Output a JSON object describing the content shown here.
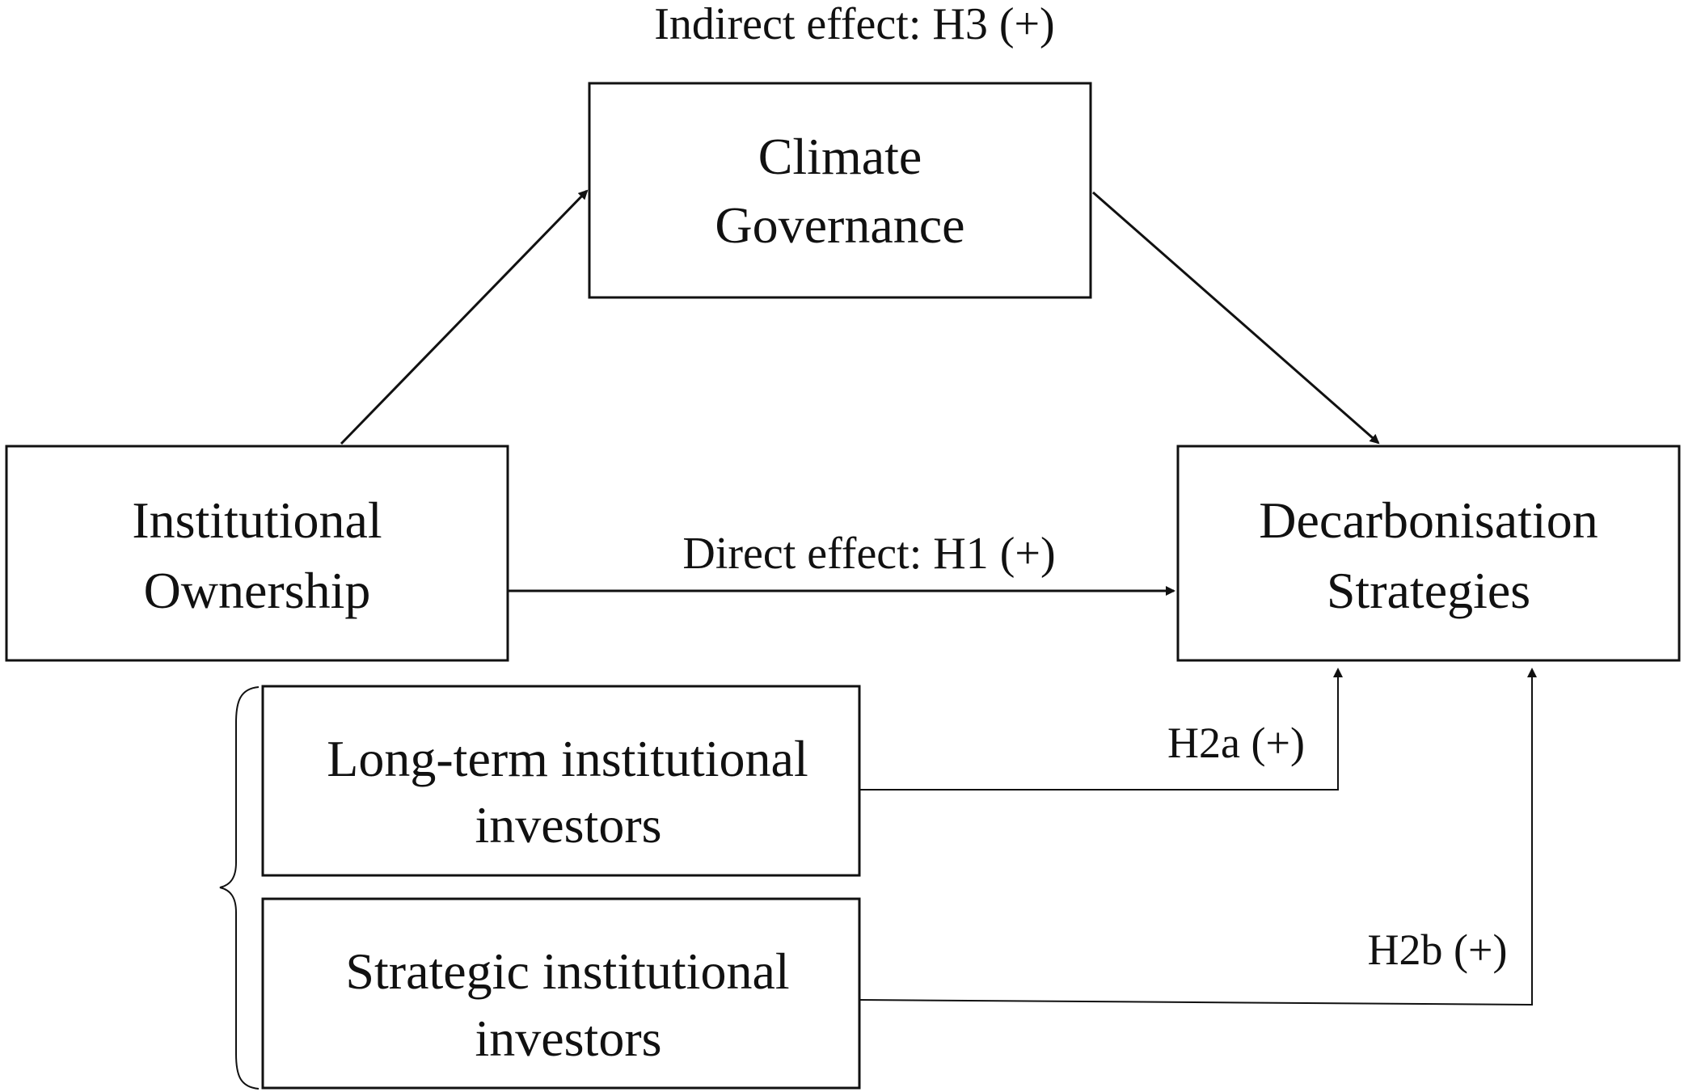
{
  "nodes": {
    "climate_governance": {
      "line1": "Climate",
      "line2": "Governance"
    },
    "institutional_ownership": {
      "line1": "Institutional",
      "line2": "Ownership"
    },
    "decarbonisation_strategies": {
      "line1": "Decarbonisation",
      "line2": "Strategies"
    },
    "long_term_investors": {
      "line1": "Long-term  institutional",
      "line2": "investors"
    },
    "strategic_investors": {
      "line1": "Strategic institutional",
      "line2": "investors"
    }
  },
  "edges": {
    "indirect_effect": "Indirect effect: H3 (+)",
    "direct_effect": "Direct effect: H1 (+)",
    "h2a": "H2a (+)",
    "h2b": "H2b (+)"
  },
  "colors": {
    "line": "#111111",
    "text": "#111111",
    "background": "#ffffff"
  }
}
